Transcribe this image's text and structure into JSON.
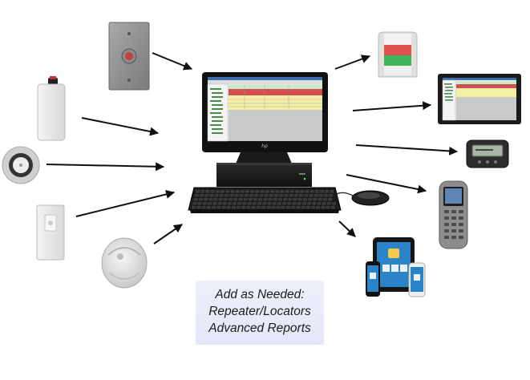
{
  "caption": {
    "lines": [
      "Add as Needed:",
      "Repeater/Locators",
      "Advanced Reports"
    ]
  },
  "hub": {
    "name": "monitoring-workstation",
    "monitor_brand": "hp",
    "parts": [
      "monitor-icon",
      "desktop-tower-icon",
      "keyboard-icon",
      "mouse-icon"
    ]
  },
  "inputs": [
    {
      "name": "wall-pull-station-icon"
    },
    {
      "name": "pendant-transmitter-icon"
    },
    {
      "name": "round-call-button-icon"
    },
    {
      "name": "wall-call-switch-icon"
    },
    {
      "name": "ceiling-motion-sensor-icon"
    }
  ],
  "outputs": [
    {
      "name": "dome-light-icon"
    },
    {
      "name": "remote-monitor-icon"
    },
    {
      "name": "pager-icon"
    },
    {
      "name": "wireless-handset-icon"
    },
    {
      "name": "tablet-and-phones-icon"
    }
  ],
  "colors": {
    "arrow": "#111111",
    "device_gray": "#8d8d8d",
    "call_button_red": "#c44040",
    "light_red": "#e05050",
    "light_green": "#3fb55a",
    "screen_yellow": "#f3f0a6",
    "screen_green": "#c9e9c9",
    "screen_red": "#d24f4f",
    "screen_gray": "#c9c9c9",
    "bezel": "#111111",
    "app_blue": "#2a84c7",
    "caption_bg": "#e6e8f8"
  }
}
